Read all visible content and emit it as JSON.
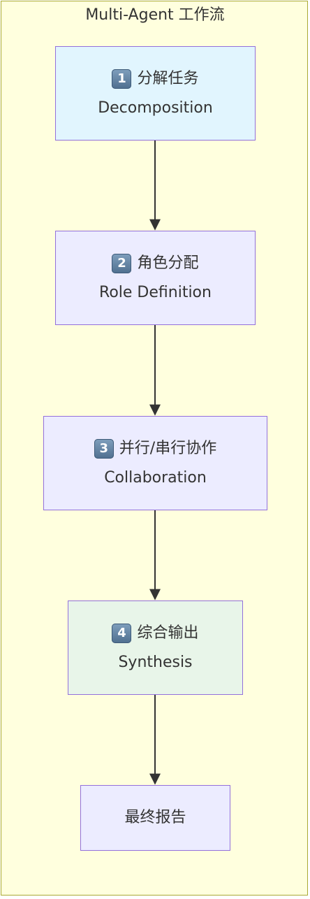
{
  "diagram": {
    "title": "Multi-Agent 工作流",
    "nodes": [
      {
        "badge": "1",
        "label": "分解任务",
        "sublabel": "Decomposition"
      },
      {
        "badge": "2",
        "label": "角色分配",
        "sublabel": "Role Definition"
      },
      {
        "badge": "3",
        "label": "并行/串行协作",
        "sublabel": "Collaboration"
      },
      {
        "badge": "4",
        "label": "综合输出",
        "sublabel": "Synthesis"
      },
      {
        "label": "最终报告"
      }
    ],
    "edges": [
      {
        "from": 0,
        "to": 1
      },
      {
        "from": 1,
        "to": 2
      },
      {
        "from": 2,
        "to": 3
      },
      {
        "from": 3,
        "to": 4
      }
    ],
    "colors": {
      "subgraph_fill": "#ffffde",
      "subgraph_border": "#aaaa33",
      "node_border": "#9370db",
      "decomposition_fill": "#e1f5fe",
      "default_fill": "#ececff",
      "synthesis_fill": "#e8f5e9",
      "edge": "#333333"
    }
  }
}
